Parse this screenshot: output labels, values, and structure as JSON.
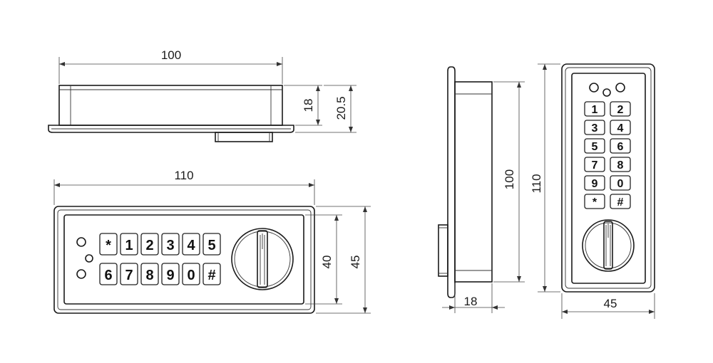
{
  "top_view": {
    "width_label": "100",
    "height_label": "18",
    "overall_height_label": "20.5"
  },
  "front_view": {
    "width_label": "110",
    "inner_height_label": "40",
    "outer_height_label": "45",
    "keypad_row1": [
      "*",
      "1",
      "2",
      "3",
      "4",
      "5"
    ],
    "keypad_row2": [
      "6",
      "7",
      "8",
      "9",
      "0",
      "#"
    ]
  },
  "side_view": {
    "height_label": "100",
    "depth_label": "18"
  },
  "vertical_view": {
    "height_label": "110",
    "width_label": "45",
    "keypad_rows": [
      [
        "1",
        "2"
      ],
      [
        "3",
        "4"
      ],
      [
        "5",
        "6"
      ],
      [
        "7",
        "8"
      ],
      [
        "9",
        "0"
      ],
      [
        "*",
        "#"
      ]
    ]
  }
}
